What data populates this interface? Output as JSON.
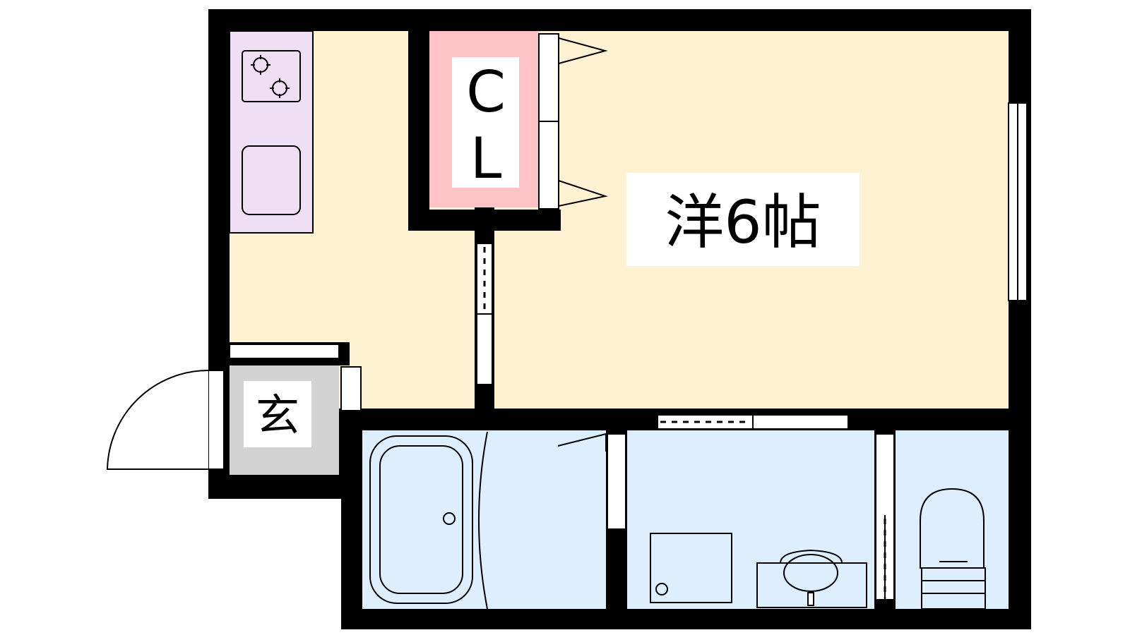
{
  "rooms": {
    "main": {
      "label": "洋6帖",
      "color": "#FFF2D3"
    },
    "closet": {
      "label_top": "C",
      "label_bottom": "L",
      "color": "#FFC2C5"
    },
    "kitchen": {
      "color": "#EEDFF5"
    },
    "entrance": {
      "label": "玄",
      "color": "#D3D3D3"
    },
    "wet_area": {
      "color": "#DDEEFF"
    }
  },
  "colors": {
    "wall": "#000000",
    "background": "#FFFFFF",
    "label_bg": "#FFFFFF"
  }
}
